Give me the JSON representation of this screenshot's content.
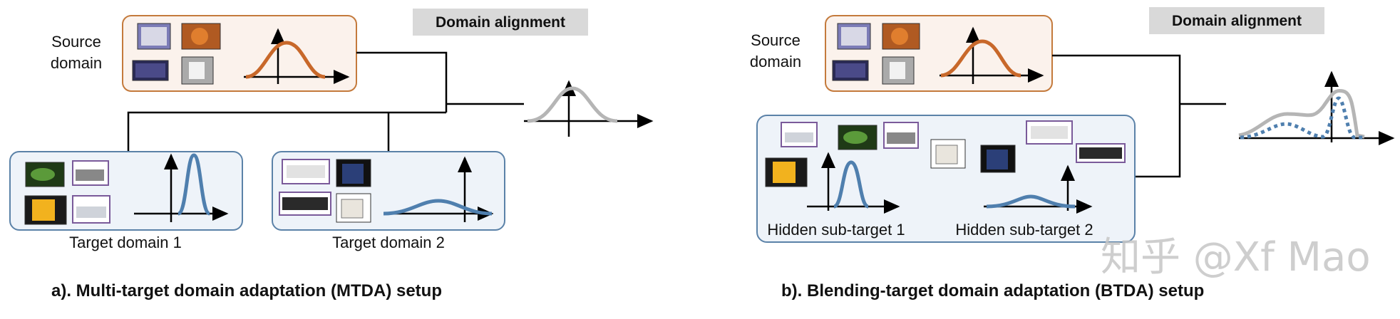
{
  "panel_a": {
    "source_label_line1": "Source",
    "source_label_line2": "domain",
    "domain_alignment": "Domain alignment",
    "target1_label": "Target domain 1",
    "target2_label": "Target domain 2",
    "caption": "a). Multi-target domain adaptation (MTDA) setup"
  },
  "panel_b": {
    "source_label_line1": "Source",
    "source_label_line2": "domain",
    "domain_alignment": "Domain alignment",
    "hidden1_label": "Hidden sub-target 1",
    "hidden2_label": "Hidden sub-target 2",
    "caption": "b). Blending-target domain adaptation (BTDA) setup"
  },
  "watermark": "知乎 @Xf Mao",
  "colors": {
    "source_border": "#c47a3c",
    "source_fill": "#fbf2ec",
    "target_border": "#5b82a8",
    "target_fill": "#eef3f9",
    "source_curve": "#c8682a",
    "target_curve": "#4f7fae",
    "aligned_curve": "#b5b5b5",
    "label_bg": "#d9d9d9"
  }
}
